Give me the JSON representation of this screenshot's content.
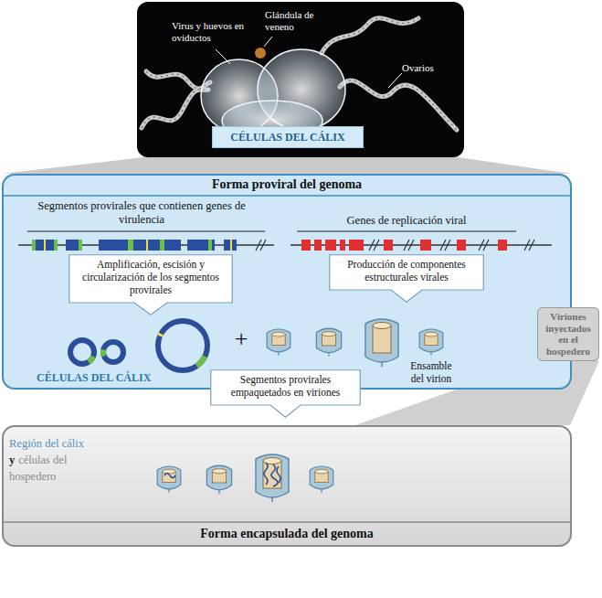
{
  "diagram": {
    "nodes": [
      {
        "text": [
          "Virus y huevos en oviductos",
          "Glándula de veneno",
          "Ovarios"
        ]
      },
      {
        "text": [
          "CÉLULAS DEL CÁLIX"
        ],
        "in": 0
      },
      {
        "text": [
          "Forma proviral del genoma"
        ]
      },
      {
        "text": [
          "Amplificación, escisión y circularización de los segmentos provirales"
        ],
        "in": 2
      },
      {
        "text": [
          "Producción de componentes estructurales virales"
        ],
        "in": 2
      },
      {
        "text": [
          "Segmentos provirales empaquetados en viriones"
        ],
        "in": 2
      },
      {
        "text": [
          "Viriones inyectados en el hospedero"
        ]
      },
      {
        "text": [
          "Forma encapsulada del genoma"
        ]
      }
    ],
    "edges": [
      {
        "from": 0,
        "to": 2,
        "arrow": "none"
      },
      {
        "from": 6,
        "to": 7,
        "arrow": "none"
      }
    ],
    "labels": [
      "Segmentos provirales que contienen genes de virulencia",
      "Genes de replicación viral",
      "+",
      "CÉLULAS DEL CÁLIX",
      "Ensamble del virion",
      "Región del cálix",
      "y",
      "células del hospedero"
    ]
  }
}
